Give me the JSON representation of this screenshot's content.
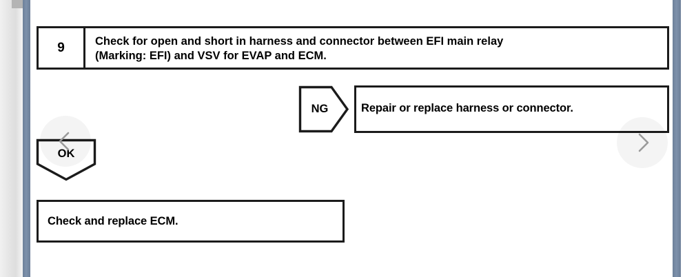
{
  "viewer": {
    "scrollbar_thumb": "vertical-scrollbar-thumb",
    "prev_icon": "chevron-left-icon",
    "next_icon": "chevron-right-icon"
  },
  "document": {
    "type": "diagnostic-flowchart",
    "step": {
      "number": "9",
      "title": "Check for open and short in harness and connector between EFI main relay\n(Marking: EFI) and VSV for EVAP and ECM."
    },
    "branches": [
      {
        "label": "NG",
        "shape": "pentagon-right",
        "result": "Repair or replace harness or connector."
      },
      {
        "label": "OK",
        "shape": "pentagon-down",
        "result": "Check and replace ECM."
      }
    ]
  },
  "colors": {
    "ink": "#1b1b1b",
    "paper": "#ffffff",
    "rail": "#7d91ab",
    "gutter": "#e6e6e6"
  }
}
